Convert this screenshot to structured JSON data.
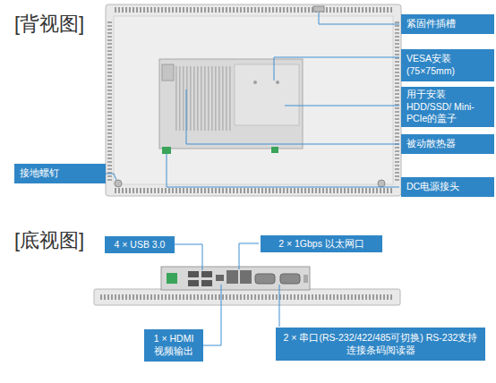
{
  "diagram": {
    "nodes": [
      {
        "text": [
          "紧固件插槽"
        ]
      },
      {
        "text": [
          "VESA安装 (75×75mm)"
        ]
      },
      {
        "text": [
          "用于安装HDD/SSD/ Mini-PCIe的盖子"
        ]
      },
      {
        "text": [
          "被动散热器"
        ]
      },
      {
        "text": [
          "接地螺钉"
        ]
      },
      {
        "text": [
          "DC电源接头"
        ]
      },
      {
        "text": [
          "4 × USB 3.0"
        ]
      },
      {
        "text": [
          "2 × 1Gbps 以太网口"
        ]
      },
      {
        "text": [
          "1 × HDMI 视频输出"
        ]
      },
      {
        "text": [
          "2 × 串口(RS-232/422/485可切换) RS-232支持连接条码阅读器"
        ]
      }
    ],
    "labels": [
      "[背视图]",
      "[底视图]"
    ]
  }
}
